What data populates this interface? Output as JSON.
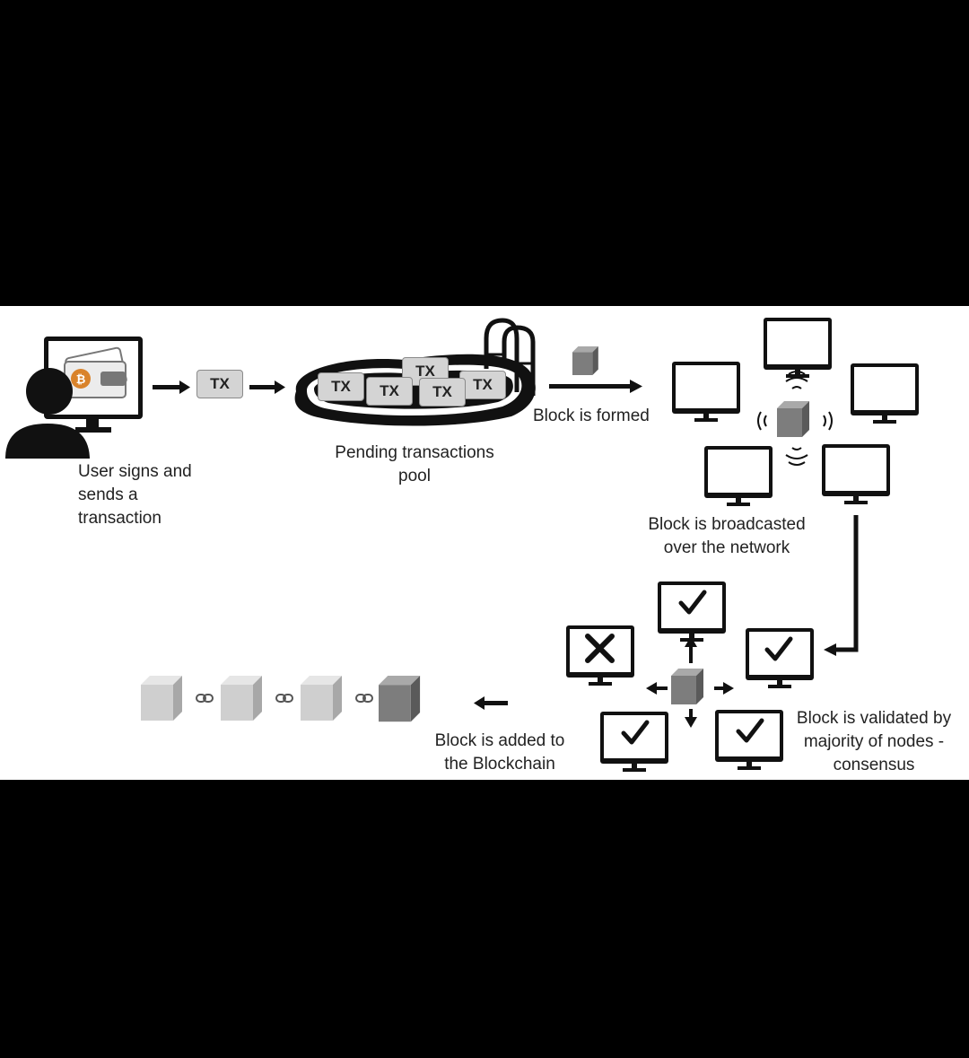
{
  "tx_label": "TX",
  "steps": {
    "user": "User signs and\nsends a\ntransaction",
    "pool": "Pending transactions\npool",
    "formed": "Block is formed",
    "broadcast": "Block is broadcasted\nover the network",
    "validated": "Block is validated by\nmajority of nodes -\nconsensus",
    "added": "Block is added to\nthe Blockchain"
  },
  "icons": {
    "person": "person-icon",
    "wallet": "wallet-icon",
    "pool": "swimming-pool-icon",
    "block": "cube-icon",
    "monitor": "monitor-icon",
    "broadcast": "wifi-signal-icon",
    "valid": "checkmark-icon",
    "invalid": "x-mark-icon",
    "link": "chain-link-icon"
  },
  "colors": {
    "background_frame": "#000000",
    "canvas": "#ffffff",
    "tx_fill": "#d4d4d4",
    "block_light": "#d0d0d0",
    "block_dark": "#7a7a7a"
  }
}
